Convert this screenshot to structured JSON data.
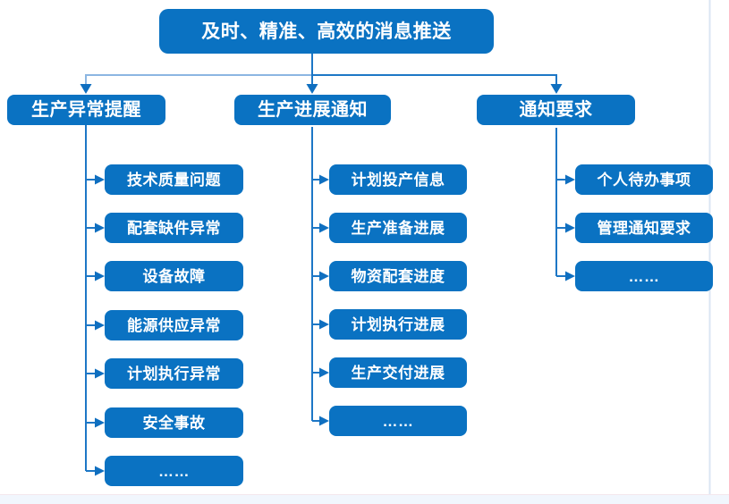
{
  "diagram": {
    "root_label": "及时、精准、高效的消息推送",
    "branches": [
      {
        "label": "生产异常提醒",
        "children": [
          "技术质量问题",
          "配套缺件异常",
          "设备故障",
          "能源供应异常",
          "计划执行异常",
          "安全事故",
          "……"
        ]
      },
      {
        "label": "生产进展通知",
        "children": [
          "计划投产信息",
          "生产准备进展",
          "物资配套进度",
          "计划执行进展",
          "生产交付进展",
          "……"
        ]
      },
      {
        "label": "通知要求",
        "children": [
          "个人待办事项",
          "管理通知要求",
          "……"
        ]
      }
    ]
  },
  "colors": {
    "box_blue": "#0a72c2",
    "connector_blue": "#1d77c6",
    "connector_light": "#8cb6e2",
    "arrow_blue": "#0f6fc0",
    "band_bg": "#f1f6fd",
    "band_border": "#f3e7ed",
    "edge_line": "#dbe6f3",
    "box_text": "#ffffff"
  }
}
